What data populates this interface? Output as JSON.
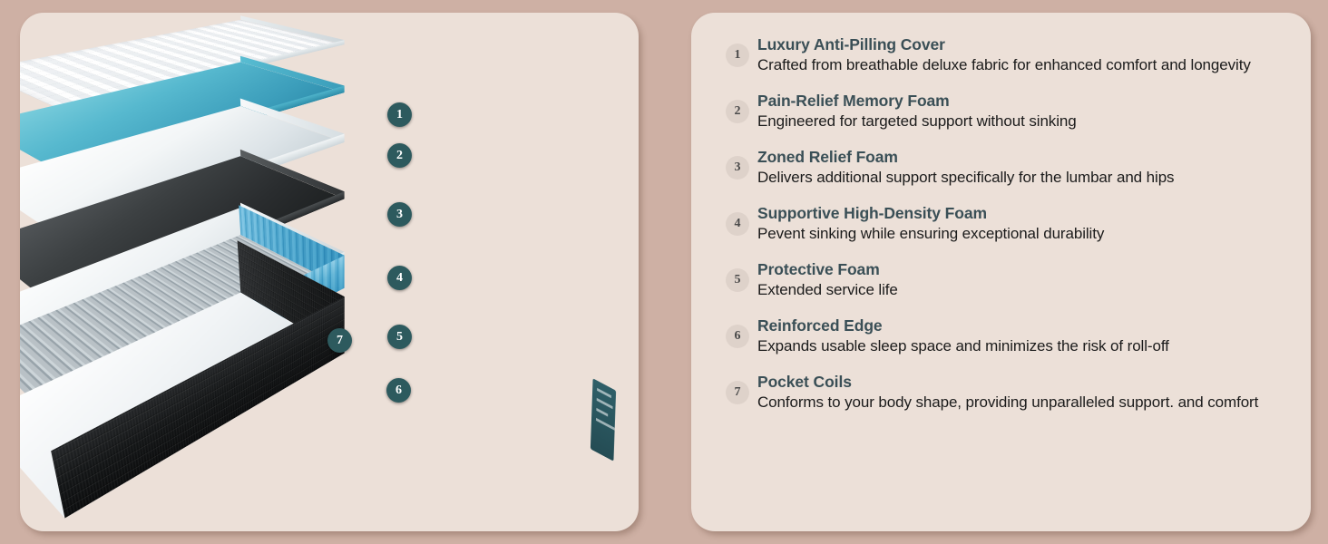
{
  "colors": {
    "page_background": "#ceb0a4",
    "panel_background": "#ece0d8",
    "badge_diagram": "#2d5a5e",
    "badge_list": "#ded2ca",
    "heading": "#3a4f56",
    "body_text": "#1b1b1b",
    "accent_teal": "#3d9fbc",
    "base_black": "#141617"
  },
  "diagram": {
    "title": "exploded mattress layer diagram",
    "layers": [
      {
        "num": "1",
        "name": "quilted-cover",
        "color": "#ffffff"
      },
      {
        "num": "2",
        "name": "teal-memory-foam",
        "color": "#3d9fbc"
      },
      {
        "num": "3",
        "name": "white-foam",
        "color": "#eef2f4"
      },
      {
        "num": "4",
        "name": "dark-charcoal-foam",
        "color": "#2a2d2f"
      },
      {
        "num": "5",
        "name": "protective-foam",
        "color": "#e6ebee"
      },
      {
        "num": "6",
        "name": "pocket-coil-unit",
        "color": "#8ccde3"
      },
      {
        "num": "7",
        "name": "reinforced-edge",
        "color": "#b9c1c6"
      }
    ],
    "markers": [
      {
        "num": "1"
      },
      {
        "num": "2"
      },
      {
        "num": "3"
      },
      {
        "num": "4"
      },
      {
        "num": "5"
      },
      {
        "num": "6"
      },
      {
        "num": "7"
      }
    ]
  },
  "features": [
    {
      "num": "1",
      "title": "Luxury Anti-Pilling Cover",
      "desc": "Crafted from breathable deluxe fabric for enhanced comfort and longevity"
    },
    {
      "num": "2",
      "title": "Pain-Relief Memory Foam",
      "desc": "Engineered for targeted support without sinking"
    },
    {
      "num": "3",
      "title": "Zoned Relief Foam",
      "desc": "Delivers additional support specifically for the lumbar and hips"
    },
    {
      "num": "4",
      "title": "Supportive High-Density Foam",
      "desc": "Pevent sinking while ensuring exceptional durability"
    },
    {
      "num": "5",
      "title": "Protective Foam",
      "desc": "Extended service life"
    },
    {
      "num": "6",
      "title": "Reinforced Edge",
      "desc": "Expands usable sleep space and minimizes the risk of roll-off"
    },
    {
      "num": "7",
      "title": "Pocket Coils",
      "desc": "Conforms to your body shape, providing unparalleled support. and comfort"
    }
  ]
}
